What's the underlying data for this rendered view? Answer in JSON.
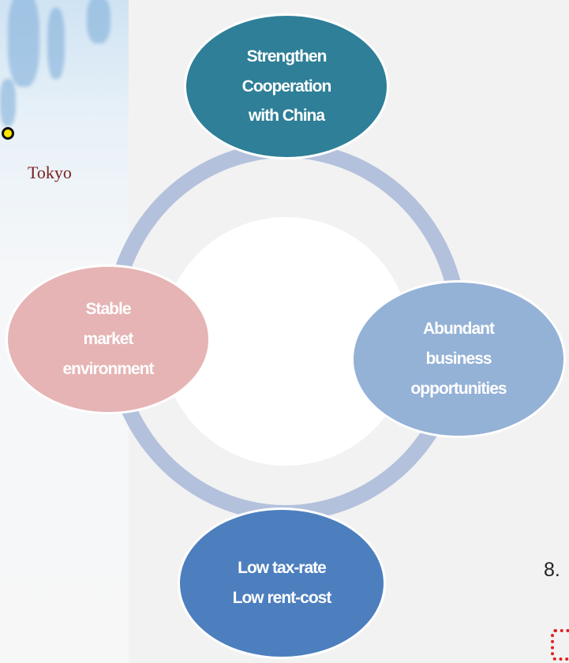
{
  "map": {
    "label": "Tokyo"
  },
  "cycle": {
    "nodes": {
      "top": "Strengthen\nCooperation\nwith China",
      "right": "Abundant\nbusiness\nopportunities",
      "bottom": "Low tax-rate\nLow rent-cost",
      "left": "Stable\nmarket\nenvironment"
    }
  },
  "page": {
    "number": "8."
  },
  "colors": {
    "top_node": "#2e7f97",
    "right_node": "#94b1d6",
    "bottom_node": "#4d7fbf",
    "left_node": "#e6b4b4",
    "ring": "#b3c1dc",
    "label": "#7a1f1f"
  }
}
